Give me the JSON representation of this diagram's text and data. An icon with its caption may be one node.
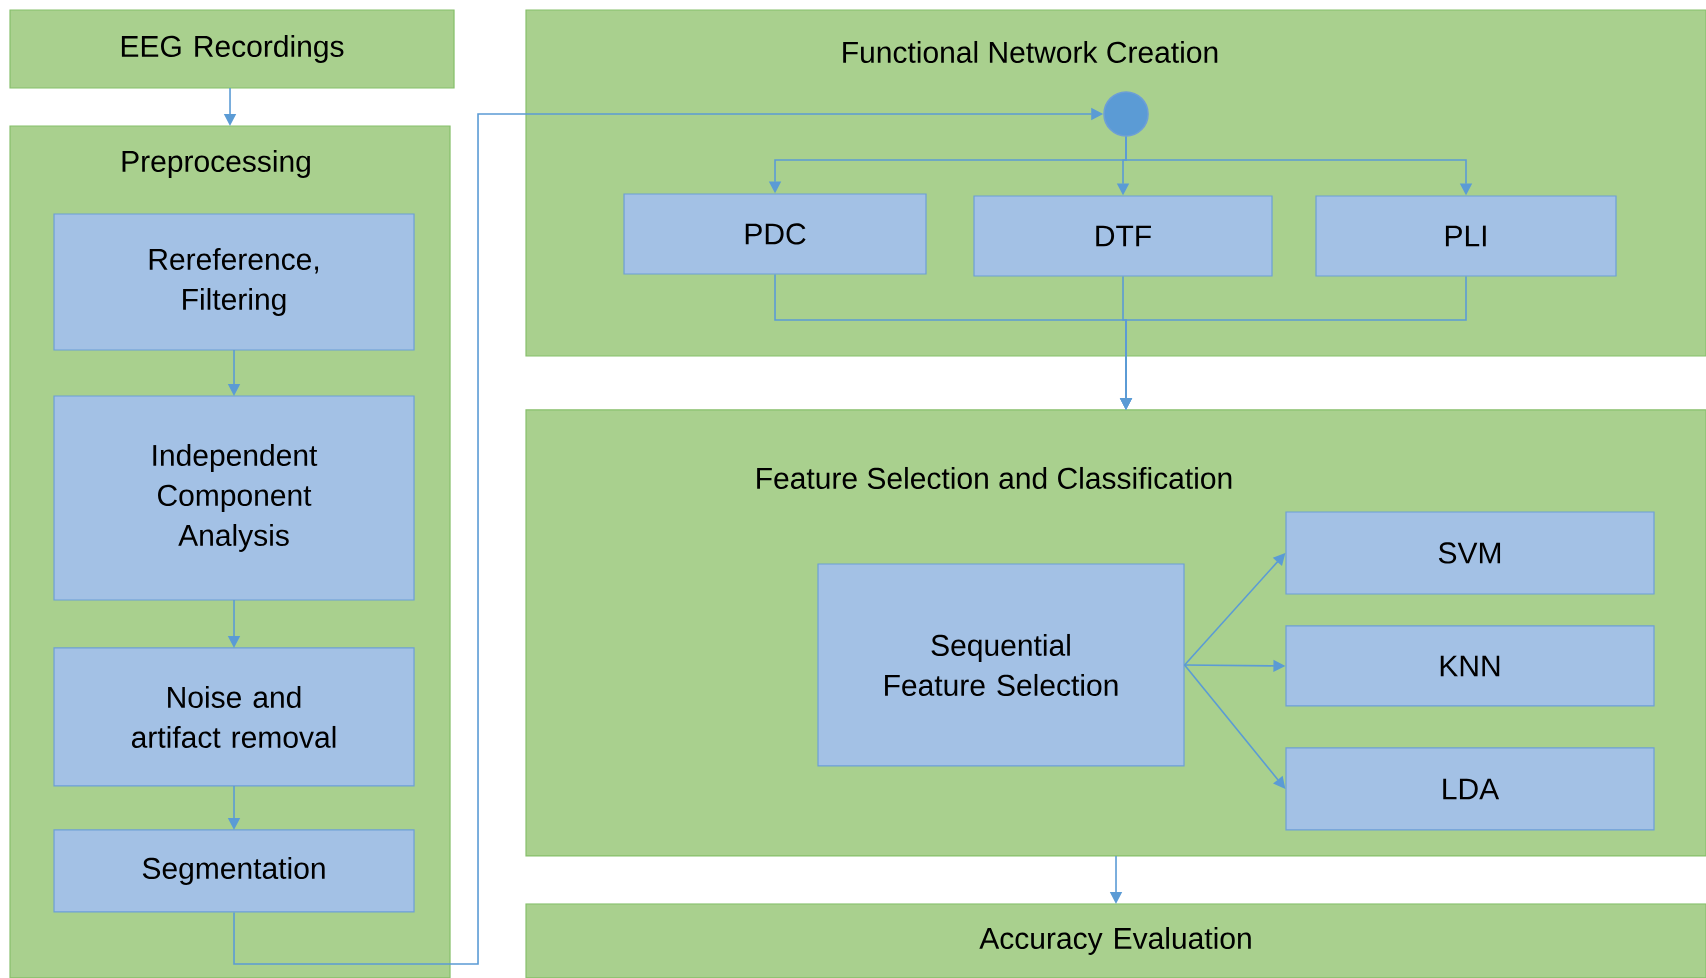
{
  "diagram": {
    "nodes": [
      {
        "text": [
          "EEG Recordings"
        ]
      },
      {
        "text": [
          "Preprocessing"
        ]
      },
      {
        "text": [
          "Rereference, Filtering"
        ],
        "in": 1
      },
      {
        "text": [
          "Independent Component Analysis"
        ],
        "in": 1
      },
      {
        "text": [
          "Noise and artifact removal"
        ],
        "in": 1
      },
      {
        "text": [
          "Segmentation"
        ],
        "in": 1
      },
      {
        "text": [
          "Functional Network Creation"
        ]
      },
      {
        "text": [],
        "shape": "circle",
        "in": 6
      },
      {
        "text": [
          "PDC"
        ],
        "in": 6
      },
      {
        "text": [
          "DTF"
        ],
        "in": 6
      },
      {
        "text": [
          "PLI"
        ],
        "in": 6
      },
      {
        "text": [
          "Feature Selection and Classification"
        ]
      },
      {
        "text": [
          "Sequential Feature Selection"
        ],
        "in": 11
      },
      {
        "text": [
          "SVM"
        ],
        "in": 11
      },
      {
        "text": [
          "KNN"
        ],
        "in": 11
      },
      {
        "text": [
          "LDA"
        ],
        "in": 11
      },
      {
        "text": [
          "Accuracy Evaluation"
        ]
      }
    ],
    "edges": [
      {
        "from": 0,
        "to": 1,
        "arrow": "to"
      },
      {
        "from": 2,
        "to": 3,
        "arrow": "to"
      },
      {
        "from": 3,
        "to": 4,
        "arrow": "to"
      },
      {
        "from": 4,
        "to": 5,
        "arrow": "to"
      },
      {
        "from": 5,
        "to": 7,
        "arrow": "to"
      },
      {
        "from": 7,
        "to": 8,
        "arrow": "to"
      },
      {
        "from": 7,
        "to": 9,
        "arrow": "to"
      },
      {
        "from": 7,
        "to": 10,
        "arrow": "to"
      },
      {
        "from": 8,
        "to": 11,
        "arrow": "to"
      },
      {
        "from": 9,
        "to": 11,
        "arrow": "to"
      },
      {
        "from": 10,
        "to": 11,
        "arrow": "to"
      },
      {
        "from": 12,
        "to": 13,
        "arrow": "to"
      },
      {
        "from": 12,
        "to": 14,
        "arrow": "to"
      },
      {
        "from": 12,
        "to": 15,
        "arrow": "to"
      },
      {
        "from": 11,
        "to": 16,
        "arrow": "to"
      }
    ]
  }
}
